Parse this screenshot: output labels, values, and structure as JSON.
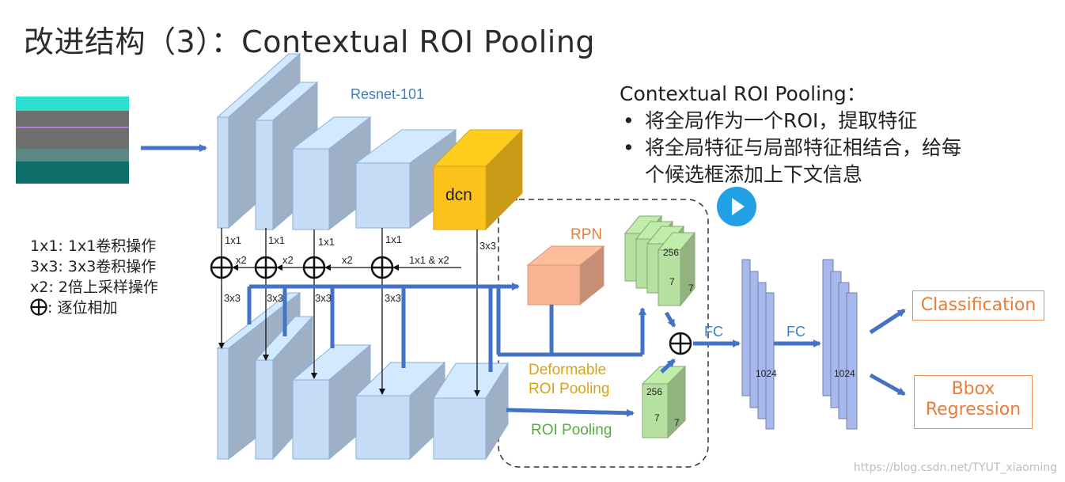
{
  "title": "改进结构（3）：Contextual ROI Pooling",
  "diagram": {
    "backbone_label": "Resnet-101",
    "dcn_label": "dcn",
    "rpn_label": "RPN",
    "deformable_label_line1": "Deformable",
    "deformable_label_line2": "ROI Pooling",
    "roi_pooling_label": "ROI Pooling",
    "fc_label_1": "FC",
    "fc_label_2": "FC",
    "fc_dim_1": "1024",
    "fc_dim_2": "1024",
    "feat_top_channels": "256",
    "feat_top_h": "7",
    "feat_top_w": "7",
    "feat_bot_channels": "256",
    "feat_bot_h": "7",
    "feat_bot_w": "7",
    "conv_1x1": "1x1",
    "conv_3x3": "3x3",
    "up_x2": "x2",
    "conv_1x1_x2": "1x1 & x2",
    "colors": {
      "block_fill": "#c6dcf6",
      "block_stroke": "#8aafd6",
      "dcn_fill": "#fcc21b",
      "rpn_fill": "#f8b392",
      "feat_fill": "#b6e0a0",
      "fc_fill": "#a6b8ec",
      "arrow": "#4472c4",
      "output_border": "#ec8e52"
    }
  },
  "legend": {
    "line1": "1x1: 1x1卷积操作",
    "line2": "3x3: 3x3卷积操作",
    "line3": "x2: 2倍上采样操作",
    "line4": ": 逐位相加"
  },
  "notes": {
    "heading": "Contextual ROI Pooling：",
    "bullet1": "将全局作为一个ROI，提取特征",
    "bullet2_line1": "将全局特征与局部特征相结合，给每",
    "bullet2_line2": "个候选框添加上下文信息"
  },
  "outputs": {
    "classification": "Classification",
    "bbox_line1": "Bbox",
    "bbox_line2": "Regression"
  },
  "watermark": "https://blog.csdn.net/TYUT_xiaoming"
}
